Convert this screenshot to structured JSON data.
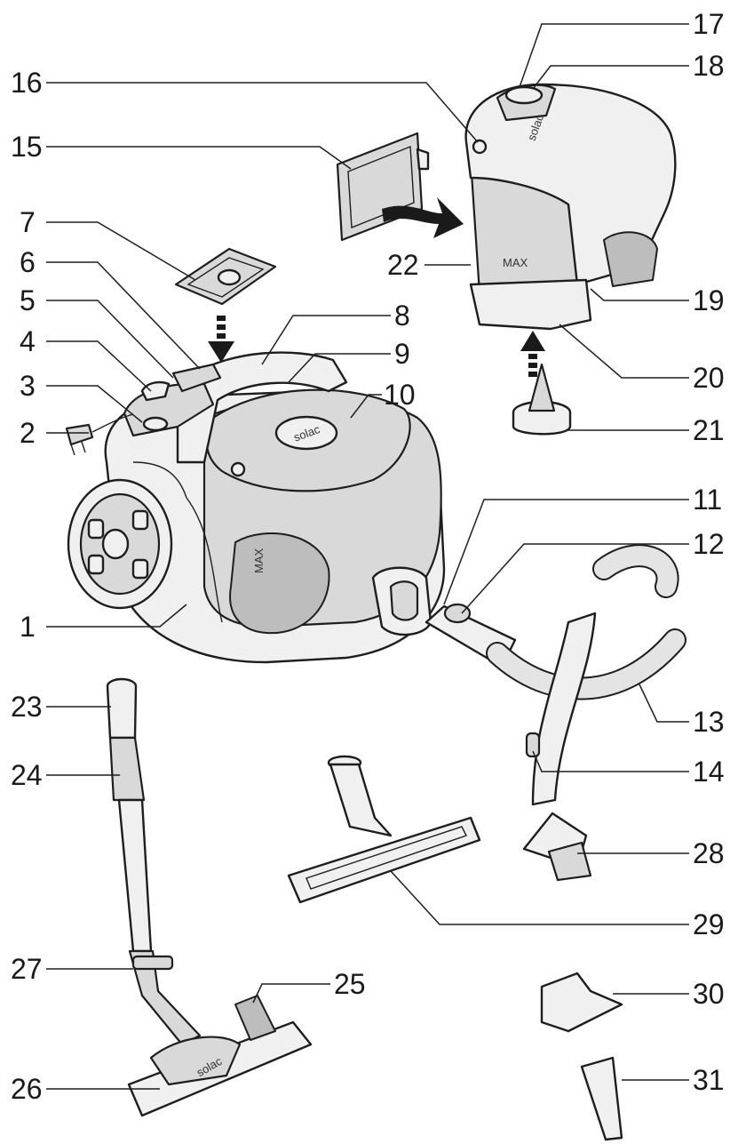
{
  "labels": {
    "l1": "1",
    "l2": "2",
    "l3": "3",
    "l4": "4",
    "l5": "5",
    "l6": "6",
    "l7": "7",
    "l8": "8",
    "l9": "9",
    "l10": "10",
    "l11": "11",
    "l12": "12",
    "l13": "13",
    "l14": "14",
    "l15": "15",
    "l16": "16",
    "l17": "17",
    "l18": "18",
    "l19": "19",
    "l20": "20",
    "l21": "21",
    "l22": "22",
    "l23": "23",
    "l24": "24",
    "l25": "25",
    "l26": "26",
    "l27": "27",
    "l28": "28",
    "l29": "29",
    "l30": "30",
    "l31": "31"
  },
  "imprints": {
    "brand": "solac",
    "max": "MAX"
  }
}
